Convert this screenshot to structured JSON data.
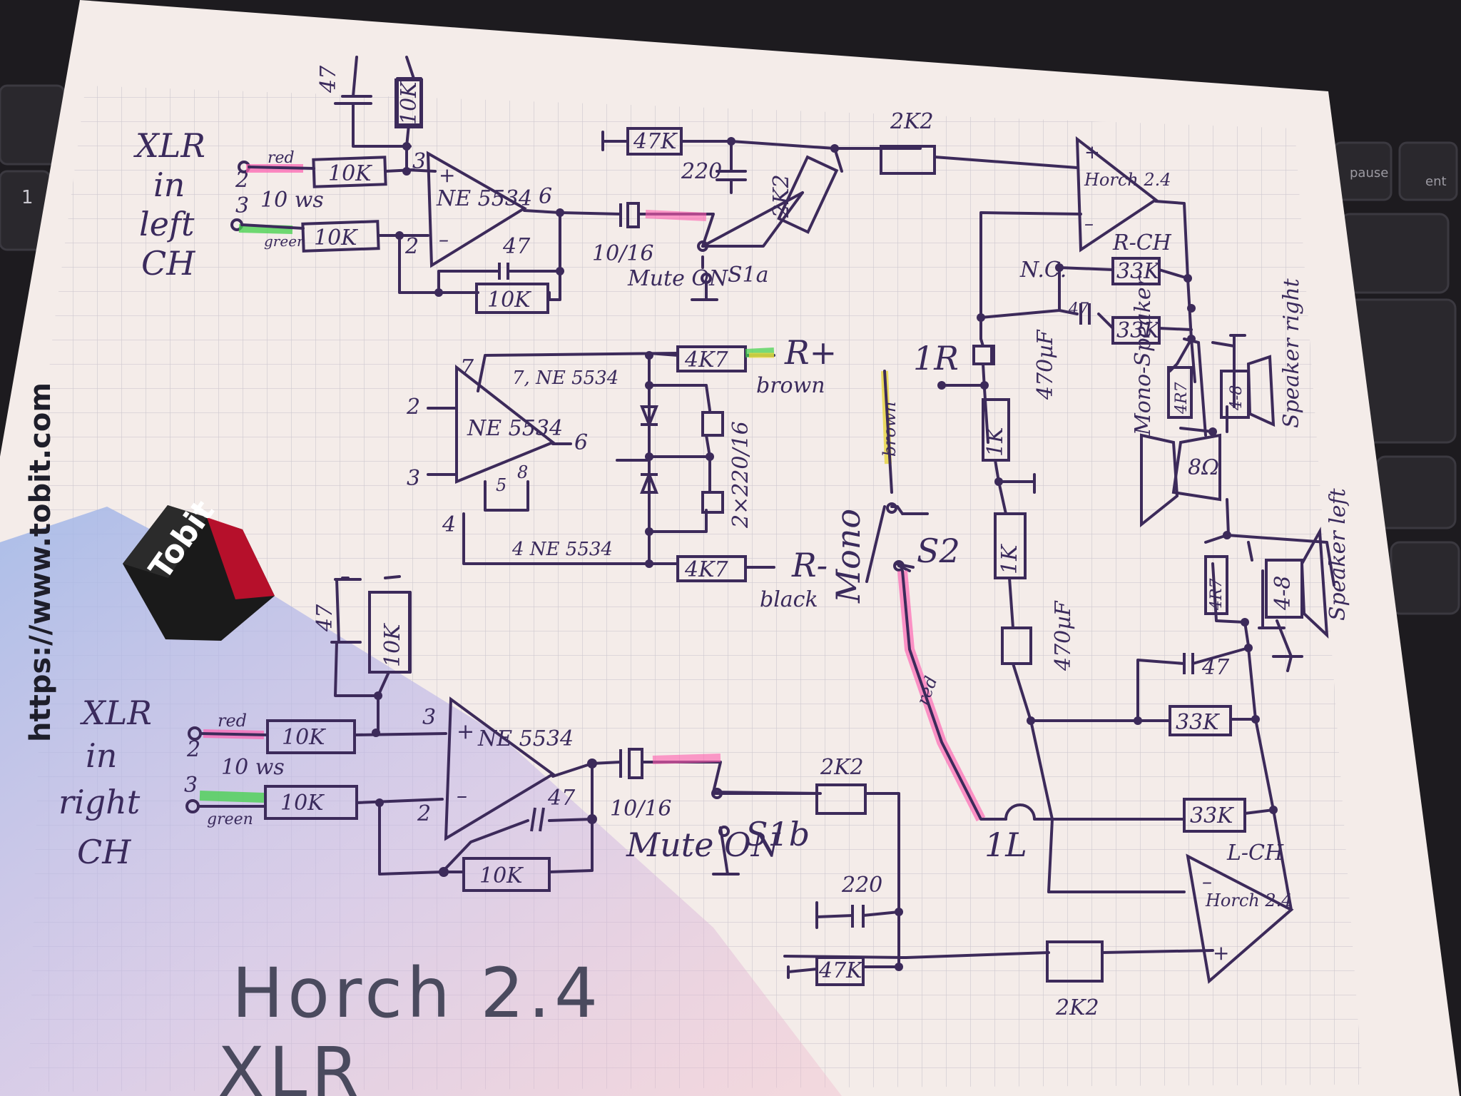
{
  "colors": {
    "paper": "#f4ece9",
    "grid": "#c9c4cc",
    "ink": "#3c2a5a",
    "background": "#1d1b1f",
    "highlight_pink": "#ff5fb0",
    "highlight_green": "#42d24a",
    "highlight_yellow": "#e8d640"
  },
  "icons": [
    "tobit-logo-cube",
    "speaker-icon",
    "zener-diode-icon",
    "opamp-triangle-icon"
  ],
  "keyboard": {
    "keys": [
      "pause",
      "ent",
      "1"
    ]
  },
  "logo": {
    "url": "https://www.tobit.com",
    "brand": "Tobit"
  },
  "title": {
    "line1": "Horch 2.4",
    "line2": "XLR"
  },
  "left_input": {
    "label_lines": [
      "XLR",
      "in",
      "left",
      "CH"
    ],
    "pin2": "2",
    "pin3": "3",
    "wire_red": "red",
    "wire_green": "green",
    "r_in_top": "10K",
    "r_in_bottom": "10K",
    "series_note": "10 ws",
    "cap_top": "47",
    "r_top": "10K",
    "opamp": "NE 5534",
    "pin_plus": "3",
    "pin_minus": "2",
    "pin_out": "6",
    "cap_fb": "47",
    "r_fb": "10K",
    "cap_coupling": "10/16",
    "mute": "Mute ON",
    "switch": "S1a"
  },
  "right_input": {
    "label_lines": [
      "XLR",
      "in",
      "right",
      "CH"
    ],
    "pin2": "2",
    "pin3": "3",
    "wire_red": "red",
    "wire_green": "green",
    "r_in_top": "10K",
    "r_in_bottom": "10K",
    "series_note": "10 ws",
    "cap_top": "47",
    "r_top": "10K",
    "opamp": "NE 5534",
    "pin_plus": "3",
    "pin_minus": "2",
    "cap_fb": "47",
    "r_fb": "10K",
    "cap_coupling": "10/16",
    "mute": "Mute ON",
    "switch": "S1b"
  },
  "power": {
    "opamp": "NE 5534",
    "pin7_note": "7, NE 5534",
    "pin4_note": "4 NE 5534",
    "pin_labels": [
      "7",
      "2",
      "3",
      "6",
      "5",
      "8",
      "4"
    ],
    "r_top": "4K7",
    "r_bottom": "4K7",
    "rail_plus": "R+",
    "rail_minus": "R-",
    "wire_top": "brown",
    "wire_bottom": "black",
    "caps": "2×220/16"
  },
  "right_out": {
    "r_ground": "47K",
    "cap": "220",
    "pot": "2K2",
    "r_series": "2K2",
    "amp": "Horch 2.4",
    "channel": "R-CH",
    "nc": "N.C.",
    "r_fb1": "33K",
    "r_fb2": "33K",
    "cap_fb": "47",
    "sense_r": "1R",
    "cap_out": "470µF",
    "r_mid1": "1K",
    "r_mid2": "1K",
    "r_4r7": "4R7",
    "spk_imp": "4-8",
    "spk_label": "Speaker right"
  },
  "mono": {
    "switch": "S2",
    "label": "Mono",
    "wire_brown": "brown",
    "wire_red": "red",
    "spk_label": "Mono-Speaker",
    "spk_imp": "8Ω"
  },
  "left_out": {
    "r_ground": "47K",
    "cap": "220",
    "r_in": "2K2",
    "r_series": "2K2",
    "amp": "Horch 2.4",
    "channel": "L-CH",
    "r_fb1": "33K",
    "r_fb2": "33K",
    "cap_fb": "47",
    "sense_r": "1L",
    "cap_out": "470µF",
    "r_4r7": "4R7",
    "spk_imp": "4-8",
    "spk_label": "Speaker left"
  }
}
